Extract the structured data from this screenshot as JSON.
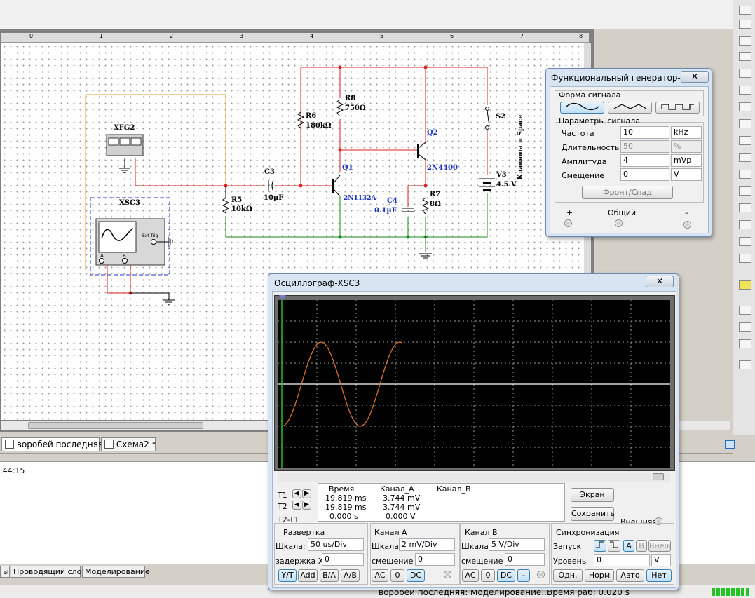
{
  "workspace": {
    "ruler_labels": [
      "0",
      "1",
      "2",
      "3",
      "4",
      "5",
      "6",
      "7",
      "8"
    ],
    "components": {
      "xfg2": "XFG2",
      "xsc3": "XSC3",
      "ext_trig": "Ext Trig",
      "ch_a": "A",
      "ch_b": "B",
      "r5_name": "R5",
      "r5_val": "10kΩ",
      "r6_name": "R6",
      "r6_val": "180kΩ",
      "r7_name": "R7",
      "r7_val": "8Ω",
      "r8_name": "R8",
      "r8_val": "750Ω",
      "c3_name": "C3",
      "c3_val": "10µF",
      "c4_name": "C4",
      "c4_val": "0.1µF",
      "q1_name": "Q1",
      "q1_part": "2N1132A",
      "q2_name": "Q2",
      "q2_part": "2N4400",
      "s2_name": "S2",
      "s2_key": "Клавиша = Space",
      "v3_name": "V3",
      "v3_val": "4.5 V"
    }
  },
  "tabs": [
    {
      "label": "воробей последняя *",
      "active": true
    },
    {
      "label": "Схема2 *",
      "active": false
    }
  ],
  "log": {
    "time_fragment": ":44:15"
  },
  "bottom_tabs": [
    "ы",
    "Проводящий слой",
    "Моделирование"
  ],
  "status": {
    "message": "воробей последняя: Моделирование...",
    "runtime": "Время раб: 0.020 s"
  },
  "function_generator": {
    "title": "Функциональный генератор-...",
    "close": "✕",
    "waveform_group": "Форма сигнала",
    "params_group": "Параметры сигнала",
    "params": [
      {
        "label": "Частота",
        "value": "10",
        "unit": "kHz",
        "enabled": true
      },
      {
        "label": "Длительность",
        "value": "50",
        "unit": "%",
        "enabled": false
      },
      {
        "label": "Амплитуда",
        "value": "4",
        "unit": "mVp",
        "enabled": true
      },
      {
        "label": "Смещение",
        "value": "0",
        "unit": "V",
        "enabled": true
      }
    ],
    "rise_fall_button": "Фронт/Спад",
    "plus": "+",
    "common": "Общий",
    "minus": "–"
  },
  "oscilloscope": {
    "title": "Осциллограф-XSC3",
    "close": "✕",
    "trace_color": "#e8782a",
    "screen_bg": "#000000",
    "readout": {
      "headers": [
        "Время",
        "Канал_А",
        "Канал_В"
      ],
      "t1_label": "T1",
      "t2_label": "T2",
      "t2t1_label": "T2-T1",
      "t1": [
        "19.819 ms",
        "3.744 mV",
        ""
      ],
      "t2": [
        "19.819 ms",
        "3.744 mV",
        ""
      ],
      "diff": [
        "0.000 s",
        "0.000 V",
        ""
      ]
    },
    "buttons": {
      "screen": "Экран",
      "save": "Сохранить",
      "external": "Внешняя"
    },
    "timebase": {
      "title": "Развертка",
      "scale_label": "Шкала:",
      "scale": "50 us/Div",
      "delay_label": "задержка X",
      "delay": "0",
      "modes": [
        "Y/T",
        "Add",
        "B/A",
        "A/B"
      ]
    },
    "channel_a": {
      "title": "Канал А",
      "scale_label": "Шкала",
      "scale": "2 mV/Div",
      "offset_label": "смещение Y",
      "offset": "0",
      "coupling": [
        "AC",
        "0",
        "DC"
      ]
    },
    "channel_b": {
      "title": "Канал В",
      "scale_label": "Шкала",
      "scale": "5 V/Div",
      "offset_label": "смещение Y",
      "offset": "0",
      "coupling": [
        "AC",
        "0",
        "DC",
        "-"
      ]
    },
    "trigger": {
      "title": "Синхронизация",
      "edge_label": "Запуск",
      "sources": [
        "A",
        "B",
        "Внеш"
      ],
      "level_label": "Уровень",
      "level": "0",
      "level_unit": "V",
      "modes": [
        "Одн.",
        "Норм",
        "Авто",
        "Нет"
      ]
    }
  }
}
